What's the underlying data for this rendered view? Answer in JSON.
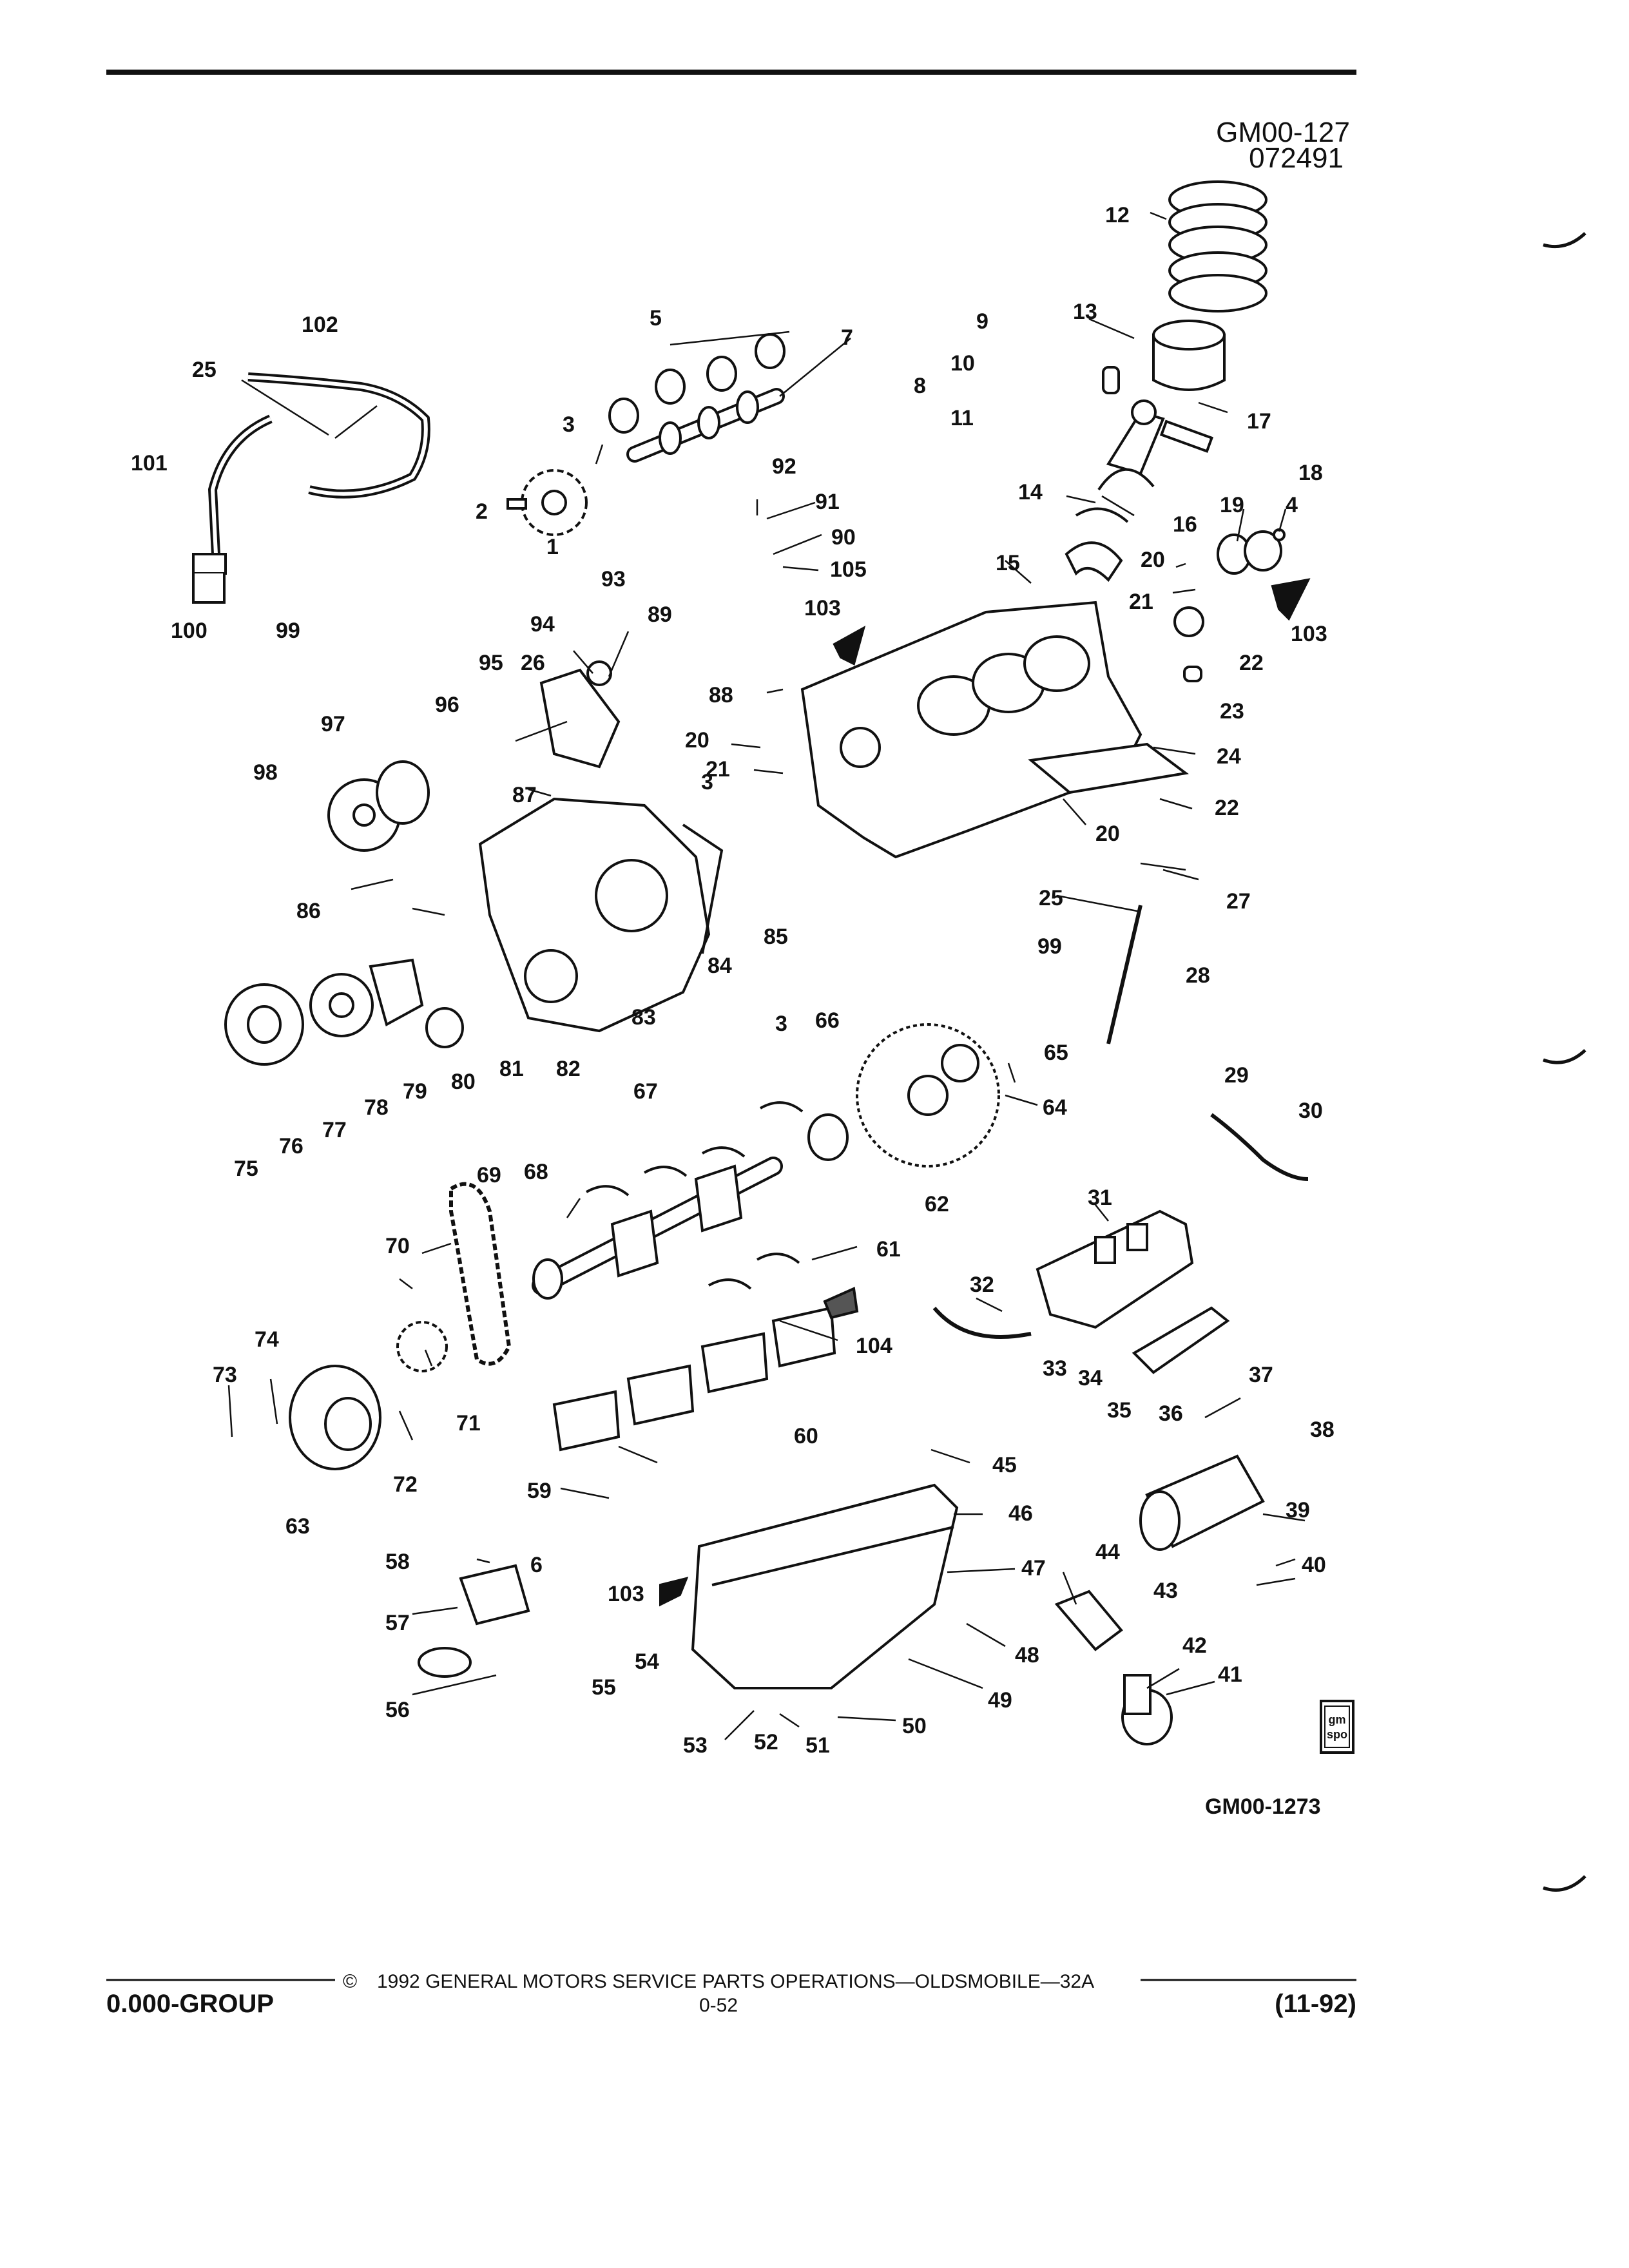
{
  "header": {
    "code": "GM00-127",
    "date": "072491"
  },
  "figure_id": "GM00-1273",
  "spo_badge": {
    "line1": "gm",
    "line2": "spo"
  },
  "footer": {
    "left": "0.000-GROUP",
    "copyright_symbol": "©",
    "copyright": "1992 GENERAL MOTORS SERVICE PARTS OPERATIONS—OLDSMOBILE—32A",
    "page": "0-52",
    "right": "(11-92)"
  },
  "callouts": {
    "c1": "1",
    "c2": "2",
    "c3a": "3",
    "c3b": "3",
    "c3c": "3",
    "c4": "4",
    "c5": "5",
    "c6": "6",
    "c7": "7",
    "c8": "8",
    "c9": "9",
    "c10": "10",
    "c11": "11",
    "c12": "12",
    "c13": "13",
    "c14": "14",
    "c15": "15",
    "c16": "16",
    "c17": "17",
    "c18": "18",
    "c19": "19",
    "c20a": "20",
    "c20b": "20",
    "c20c": "20",
    "c21a": "21",
    "c21b": "21",
    "c22a": "22",
    "c22b": "22",
    "c23": "23",
    "c24": "24",
    "c25a": "25",
    "c25b": "25",
    "c26": "26",
    "c27": "27",
    "c28": "28",
    "c29": "29",
    "c30": "30",
    "c31": "31",
    "c32": "32",
    "c33": "33",
    "c34": "34",
    "c35": "35",
    "c36": "36",
    "c37": "37",
    "c38": "38",
    "c39": "39",
    "c40": "40",
    "c41": "41",
    "c42": "42",
    "c43": "43",
    "c44": "44",
    "c45": "45",
    "c46": "46",
    "c47": "47",
    "c48": "48",
    "c49": "49",
    "c50": "50",
    "c51": "51",
    "c52": "52",
    "c53": "53",
    "c54": "54",
    "c55": "55",
    "c56": "56",
    "c57": "57",
    "c58": "58",
    "c59": "59",
    "c60": "60",
    "c61": "61",
    "c62": "62",
    "c63": "63",
    "c64": "64",
    "c65": "65",
    "c66": "66",
    "c67": "67",
    "c68": "68",
    "c69": "69",
    "c70": "70",
    "c71": "71",
    "c72": "72",
    "c73": "73",
    "c74": "74",
    "c75": "75",
    "c76": "76",
    "c77": "77",
    "c78": "78",
    "c79": "79",
    "c80": "80",
    "c81": "81",
    "c82": "82",
    "c83": "83",
    "c84": "84",
    "c85": "85",
    "c86": "86",
    "c87": "87",
    "c88": "88",
    "c89": "89",
    "c90": "90",
    "c91": "91",
    "c92": "92",
    "c93": "93",
    "c94": "94",
    "c95": "95",
    "c96": "96",
    "c97": "97",
    "c98": "98",
    "c99a": "99",
    "c99b": "99",
    "c100": "100",
    "c101": "101",
    "c102": "102",
    "c103a": "103",
    "c103b": "103",
    "c103c": "103",
    "c104": "104",
    "c105": "105"
  }
}
